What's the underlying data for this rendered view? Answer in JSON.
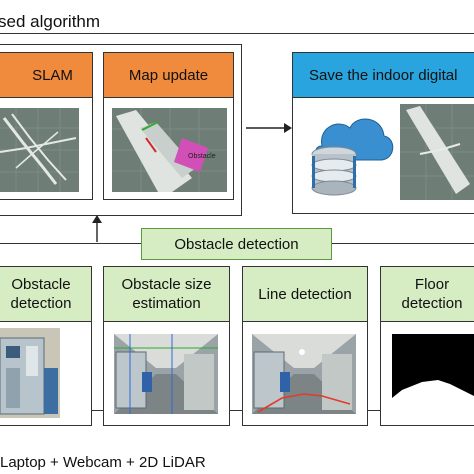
{
  "title_fragment": "sed algorithm",
  "slam": {
    "label": "SLAM"
  },
  "map_update": {
    "label": "Map update",
    "obstacle_tag": "Obstacle"
  },
  "save": {
    "label": "Save the indoor digital"
  },
  "obstacle_detection_bar": {
    "label": "Obstacle detection"
  },
  "detections": [
    {
      "line1": "Obstacle",
      "line2": "detection"
    },
    {
      "line1": "Obstacle size",
      "line2": "estimation"
    },
    {
      "line1": "Line detection",
      "line2": ""
    },
    {
      "line1": "Floor",
      "line2": "detection"
    }
  ],
  "hardware": {
    "label": "Laptop + Webcam + 2D LiDAR"
  },
  "colors": {
    "header_orange": "#f08a3c",
    "header_blue": "#29a4de",
    "label_green": "#d6ecc3",
    "obstacle_magenta": "#d24fb8"
  }
}
